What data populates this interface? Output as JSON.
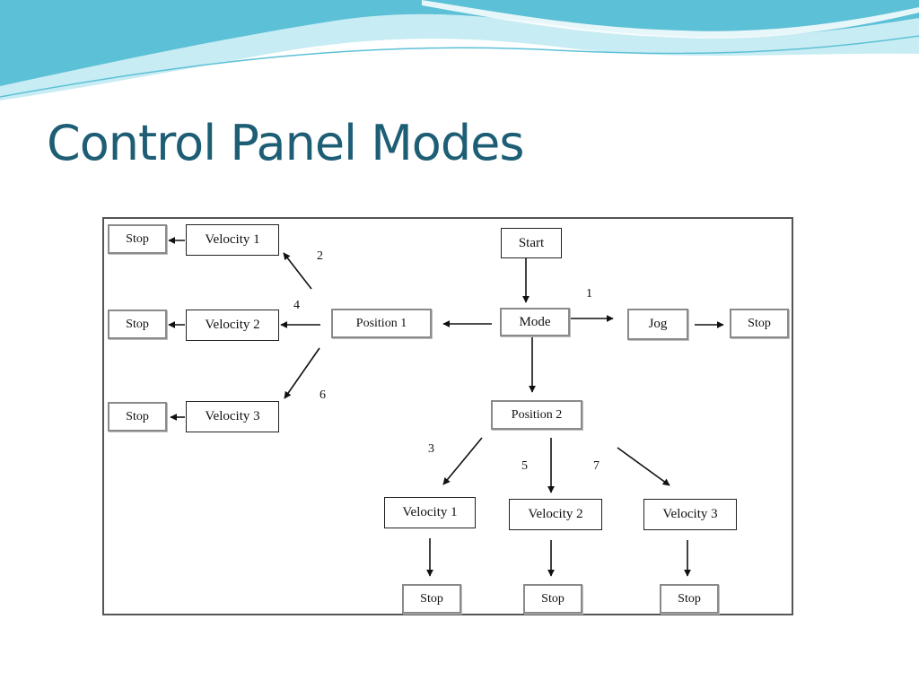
{
  "slide": {
    "title": "Control Panel Modes"
  },
  "colors": {
    "title": "#1d5e75",
    "wave_dark": "#5cc0d6",
    "wave_light": "#c8ecf3",
    "node_border": "#222222",
    "stop_border": "#8a8a8a"
  },
  "diagram": {
    "nodes": {
      "start": "Start",
      "mode": "Mode",
      "jog": "Jog",
      "stop_jog": "Stop",
      "position1": "Position 1",
      "position2": "Position 2",
      "p1_velocity1": "Velocity 1",
      "p1_velocity2": "Velocity 2",
      "p1_velocity3": "Velocity 3",
      "p1_stop1": "Stop",
      "p1_stop2": "Stop",
      "p1_stop3": "Stop",
      "p2_velocity1": "Velocity 1",
      "p2_velocity2": "Velocity 2",
      "p2_velocity3": "Velocity 3",
      "p2_stop1": "Stop",
      "p2_stop2": "Stop",
      "p2_stop3": "Stop"
    },
    "edge_labels": {
      "mode_to_jog": "1",
      "p1_to_v1": "2",
      "p1_to_v2": "4",
      "p1_to_v3": "6",
      "p2_to_v1": "3",
      "p2_to_v2": "5",
      "p2_to_v3": "7"
    }
  }
}
